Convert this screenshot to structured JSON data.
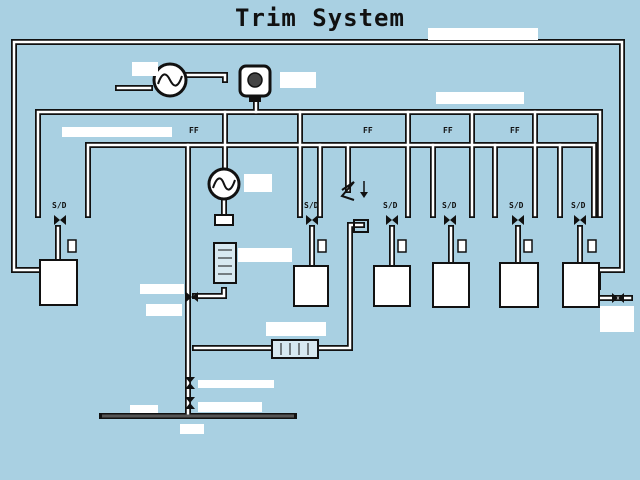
{
  "diagram": {
    "title": "Trim System",
    "colors": {
      "background": "#a9d0e2",
      "pipe": "#111111",
      "pipe_core": "#ffffff",
      "label_box": "#ffffff"
    },
    "ff_labels": [
      "FF",
      "FF",
      "FF",
      "FF"
    ],
    "sd_labels": [
      "S/D",
      "S/D",
      "S/D",
      "S/D",
      "S/D",
      "S/D"
    ],
    "icons": [
      "pump-icon",
      "gear-pump-icon",
      "valve-icon",
      "check-valve-icon",
      "filter-icon",
      "heat-exchanger-icon"
    ]
  }
}
